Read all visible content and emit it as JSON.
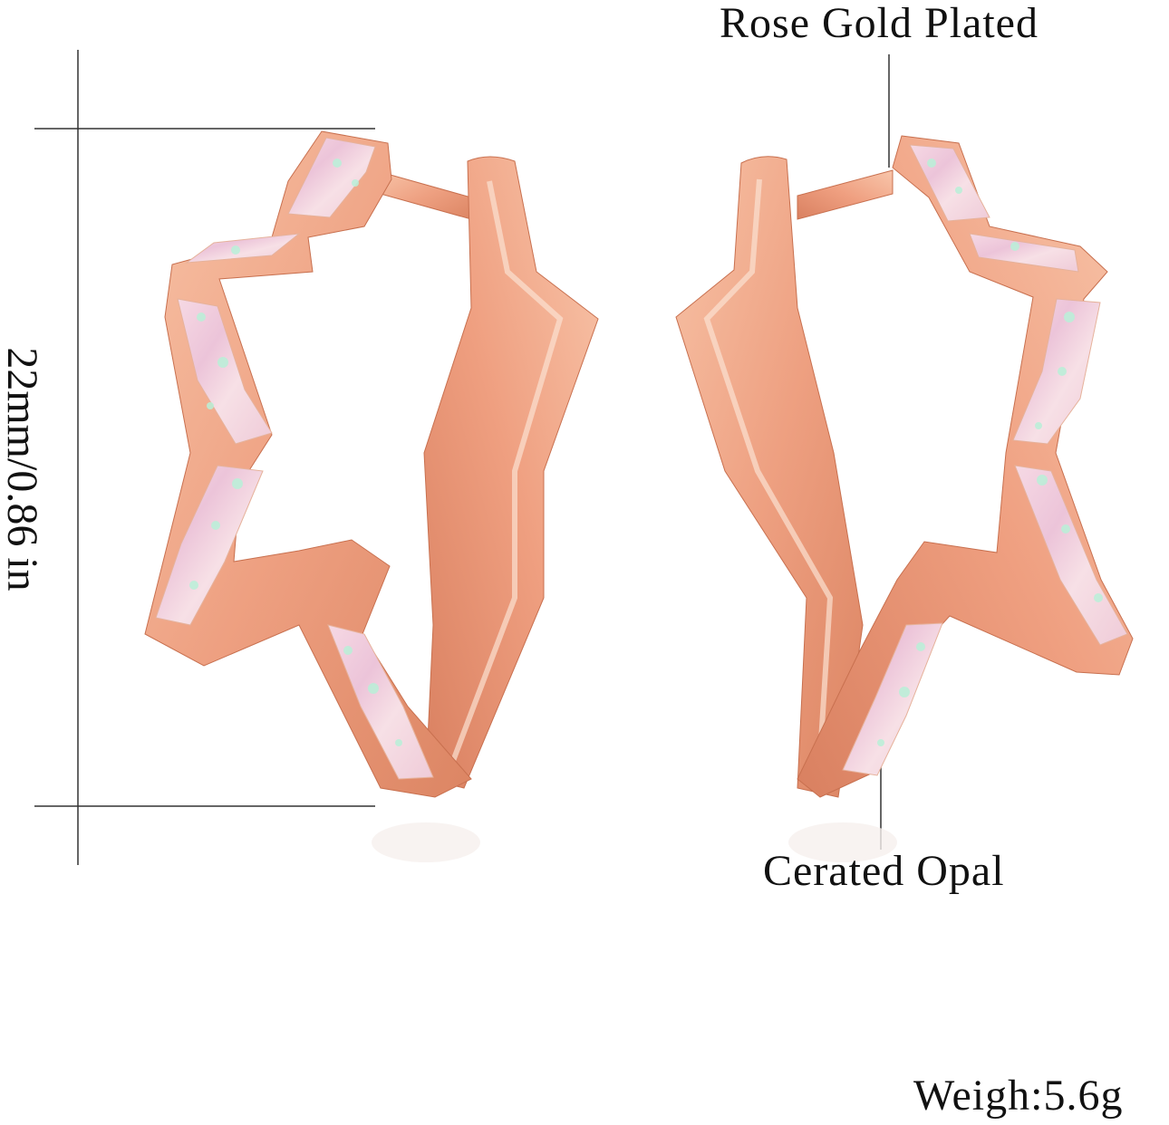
{
  "annotations": {
    "metal": "Rose Gold Plated",
    "stone": "Cerated Opal",
    "size": "22mm/0.86 in",
    "weight": "Weigh:5.6g"
  },
  "colors": {
    "rose_gold": "#f1a987",
    "rose_gold_dark": "#d97f5e",
    "rose_gold_light": "#fbd8c6",
    "opal": "#f3d2dc",
    "opal_accent": "#b9f0d8",
    "line": "#333333"
  }
}
